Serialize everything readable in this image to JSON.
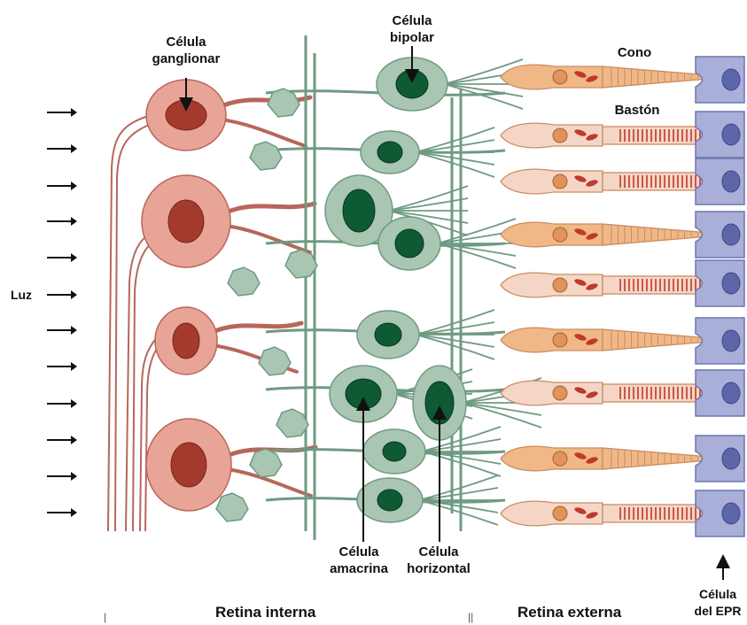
{
  "labels": {
    "ganglion": [
      "Célula",
      "ganglionar"
    ],
    "bipolar": [
      "Célula",
      "bipolar"
    ],
    "cone": "Cono",
    "rod": "Bastón",
    "light": "Luz",
    "amacrine": [
      "Célula",
      "amacrina"
    ],
    "horizontal": [
      "Célula",
      "horizontal"
    ],
    "epr": [
      "Célula",
      "del EPR"
    ]
  },
  "regions": {
    "inner": "Retina interna",
    "outer": "Retina externa",
    "mark_left": "|",
    "mark_right": "||"
  },
  "photoreceptors": [
    "cone",
    "rod",
    "rod",
    "cone",
    "rod",
    "cone",
    "rod",
    "cone",
    "rod"
  ],
  "colors": {
    "ganglion_fill": "#e9a498",
    "ganglion_stroke": "#b8665a",
    "ganglion_nucleus": "#a33a2c",
    "neuron_fill": "#a8c6b2",
    "neuron_stroke": "#6f9a82",
    "neuron_nucleus": "#0d5a33",
    "cone_fill": "#f0b887",
    "rod_fill": "#f5d6c6",
    "receptor_stroke": "#c98d63",
    "receptor_stripe": "#c0392b",
    "epr_fill": "#a9afd8",
    "epr_stroke": "#6e76b0",
    "epr_nucleus": "#5d66a8"
  },
  "icons": {
    "light_arrow": "right-arrow-icon",
    "epr_arrow": "up-arrow-icon"
  }
}
